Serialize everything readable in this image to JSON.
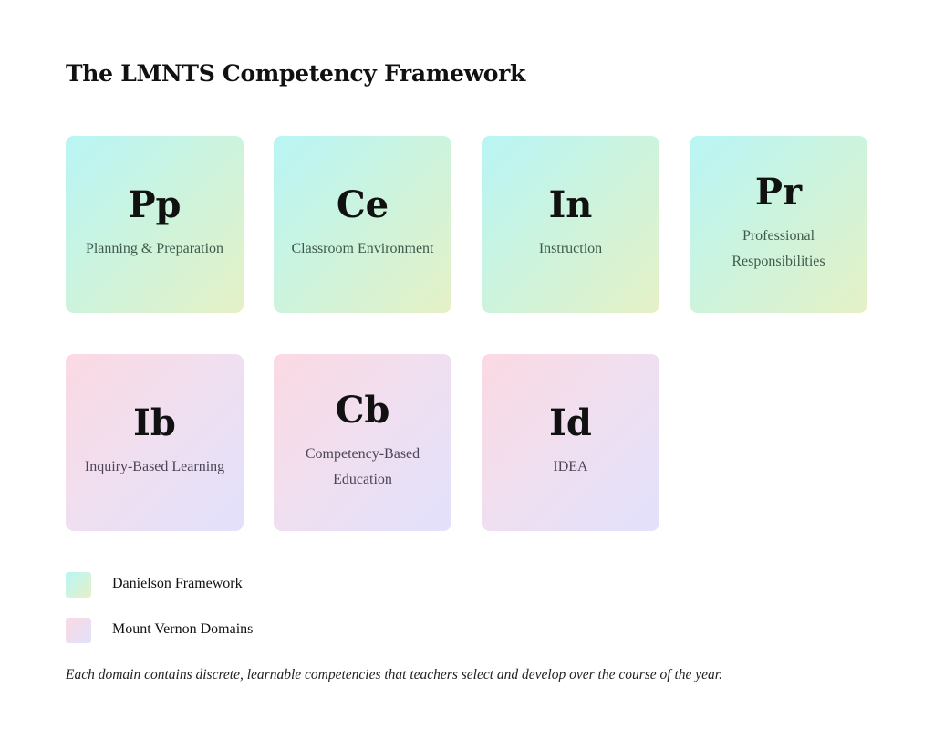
{
  "title": "The LMNTS Competency Framework",
  "danielson": [
    {
      "symbol": "Pp",
      "label": "Planning & Preparation"
    },
    {
      "symbol": "Ce",
      "label": "Classroom Environment"
    },
    {
      "symbol": "In",
      "label": "Instruction"
    },
    {
      "symbol": "Pr",
      "label": "Professional Responsibilities"
    }
  ],
  "mount_vernon": [
    {
      "symbol": "Ib",
      "label": "Inquiry-Based Learning"
    },
    {
      "symbol": "Cb",
      "label": "Competency-Based Education"
    },
    {
      "symbol": "Id",
      "label": "IDEA"
    }
  ],
  "legend": [
    {
      "label": "Danielson Framework"
    },
    {
      "label": "Mount Vernon Domains"
    }
  ],
  "note": "Each domain contains discrete, learnable competencies that teachers select and develop over the course of the year."
}
